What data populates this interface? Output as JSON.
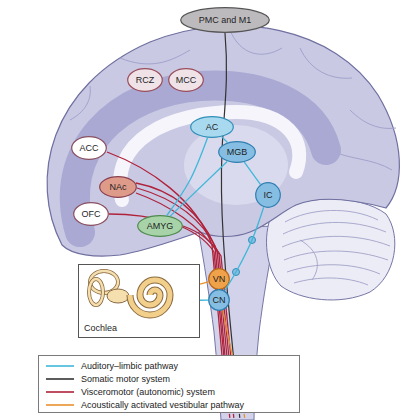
{
  "diagram": {
    "nodes": [
      {
        "text": [
          "PMC and M1"
        ]
      },
      {
        "text": [
          "RCZ"
        ]
      },
      {
        "text": [
          "MCC"
        ]
      },
      {
        "text": [
          "ACC"
        ]
      },
      {
        "text": [
          "NAc"
        ]
      },
      {
        "text": [
          "OFC"
        ]
      },
      {
        "text": [
          "AC"
        ]
      },
      {
        "text": [
          "MGB"
        ]
      },
      {
        "text": [
          "IC"
        ]
      },
      {
        "text": [
          "AMYG"
        ]
      },
      {
        "text": [
          "Cochlea"
        ]
      },
      {
        "text": [
          "VN"
        ]
      },
      {
        "text": [
          "CN"
        ]
      }
    ],
    "edges": [
      {
        "from": 10,
        "to": 12,
        "arrow": "none"
      },
      {
        "from": 12,
        "to": 8,
        "arrow": "none"
      },
      {
        "from": 8,
        "to": 7,
        "arrow": "none"
      },
      {
        "from": 7,
        "to": 6,
        "arrow": "none"
      },
      {
        "from": 7,
        "to": 9,
        "arrow": "none"
      },
      {
        "from": 6,
        "to": 9,
        "arrow": "none"
      },
      {
        "from": 10,
        "to": 11,
        "arrow": "none"
      }
    ],
    "legend": [
      {
        "text": "Auditory–limbic pathway"
      },
      {
        "text": "Somatic motor system"
      },
      {
        "text": "Visceromotor (autonomic) system"
      },
      {
        "text": "Acoustically activated vestibular pathway"
      }
    ]
  }
}
